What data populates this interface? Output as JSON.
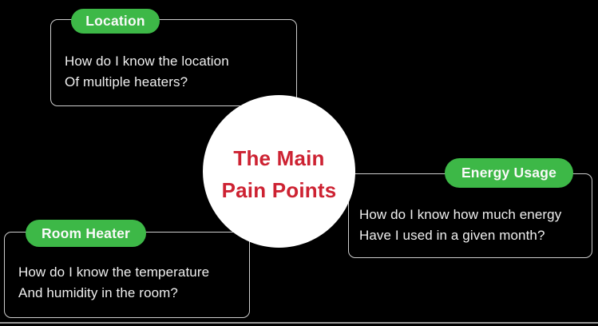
{
  "center_node": {
    "title_line1": "The Main",
    "title_line2": "Pain Points"
  },
  "nodes": {
    "location": {
      "label": "Location",
      "question_line1": "How do I know the location",
      "question_line2": "Of multiple heaters?"
    },
    "energy_usage": {
      "label": "Energy Usage",
      "question_line1": "How do I know how much energy",
      "question_line2": "Have I used in a given month?"
    },
    "room_heater": {
      "label": "Room Heater",
      "question_line1": "How do I know the temperature",
      "question_line2": "And humidity in the room?"
    }
  },
  "colors": {
    "background": "#000000",
    "pill_green": "#3DB847",
    "pill_text": "#FAFAFA",
    "box_border": "#CDCDCD",
    "body_text": "#EFEFEF",
    "accent_red": "#CD2232",
    "circle_fill": "#FFFFFF",
    "bottom_divider": "#989898"
  }
}
